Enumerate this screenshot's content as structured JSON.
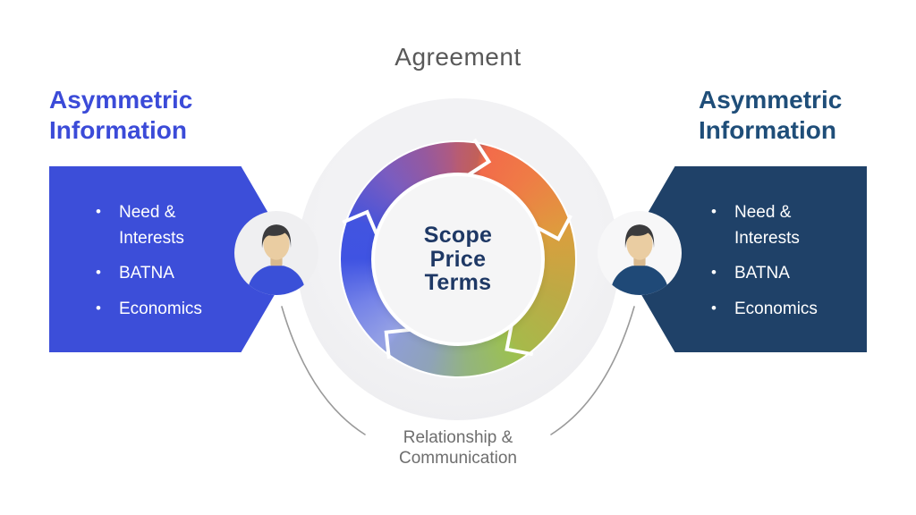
{
  "title": "Agreement",
  "left_panel": {
    "heading": "Asymmetric Information",
    "bullets": [
      "Need & Interests",
      "BATNA",
      "Economics"
    ]
  },
  "right_panel": {
    "heading": "Asymmetric Information",
    "bullets": [
      "Need & Interests",
      "BATNA",
      "Economics"
    ]
  },
  "center": {
    "label": "Scope\nPrice\nTerms"
  },
  "bottom": {
    "label": "Relationship &\nCommunication"
  },
  "bullet_char": "•",
  "icons": {
    "left_avatar": "person-icon",
    "right_avatar": "person-icon",
    "cycle_arrows": "chevron-arrow-icons"
  },
  "colors": {
    "title_text": "#595959",
    "left_accent": "#3b4bd8",
    "right_accent": "#1f4e79",
    "left_box": "#3c4ed9",
    "right_box": "#1f4168",
    "left_shirt": "#3a50d8",
    "right_shirt": "#1f4977",
    "center_text": "#1e3865",
    "bottom_text": "#6e6e6e",
    "ring_gradient": [
      "#f2664a",
      "#df9a3e",
      "#a6ba4b",
      "#8f9ed6",
      "#3f53e2",
      "#95599f"
    ]
  }
}
